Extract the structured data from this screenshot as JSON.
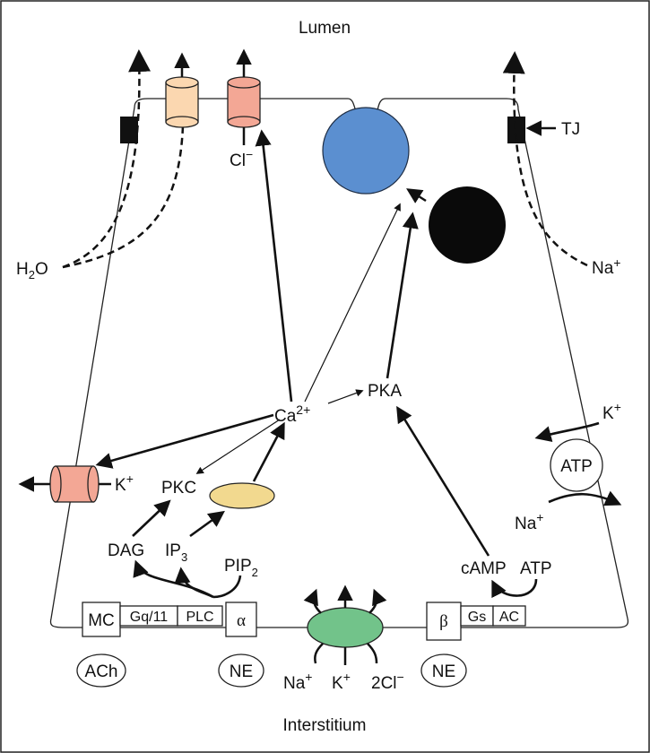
{
  "regions": {
    "top": "Lumen",
    "bottom": "Interstitium"
  },
  "channels": {
    "cl": {
      "label": "Cl",
      "charge": "−"
    },
    "k": {
      "label": "K",
      "charge": "+"
    },
    "tj": "TJ"
  },
  "fluxes": {
    "water": {
      "base": "H",
      "sub": "2",
      "rest": "O"
    },
    "sodium": {
      "label": "Na",
      "charge": "+"
    }
  },
  "signaling": {
    "calcium": {
      "label": "Ca",
      "charge": "2+"
    },
    "pka": "PKA",
    "pkc": "PKC",
    "dag": "DAG",
    "ip3": {
      "base": "IP",
      "sub": "3"
    },
    "pip2": {
      "base": "PIP",
      "sub": "2"
    },
    "camp": "cAMP",
    "atp_substrate": "ATP"
  },
  "pump": {
    "label": "ATP",
    "k": {
      "label": "K",
      "charge": "+"
    },
    "na": {
      "label": "Na",
      "charge": "+"
    }
  },
  "receptors": {
    "mc": "MC",
    "gq": "Gq/11",
    "plc": "PLC",
    "alpha": "α",
    "beta": "β",
    "gs": "Gs",
    "ac": "AC"
  },
  "ligands": {
    "ach": "ACh",
    "ne_left": "NE",
    "ne_right": "NE"
  },
  "cotransporter": {
    "na": {
      "label": "Na",
      "charge": "+"
    },
    "k": {
      "label": "K",
      "charge": "+"
    },
    "cl": {
      "label": "2Cl",
      "charge": "−"
    }
  },
  "colors": {
    "secretory_granule": "#5b8fd0",
    "dark_granule": "#0a0a0a",
    "er_store": "#f2d98f",
    "cotransporter": "#72c38a",
    "cl_channel": "#f3a795",
    "water_channel": "#fbd7b0",
    "k_channel": "#f3a795"
  }
}
